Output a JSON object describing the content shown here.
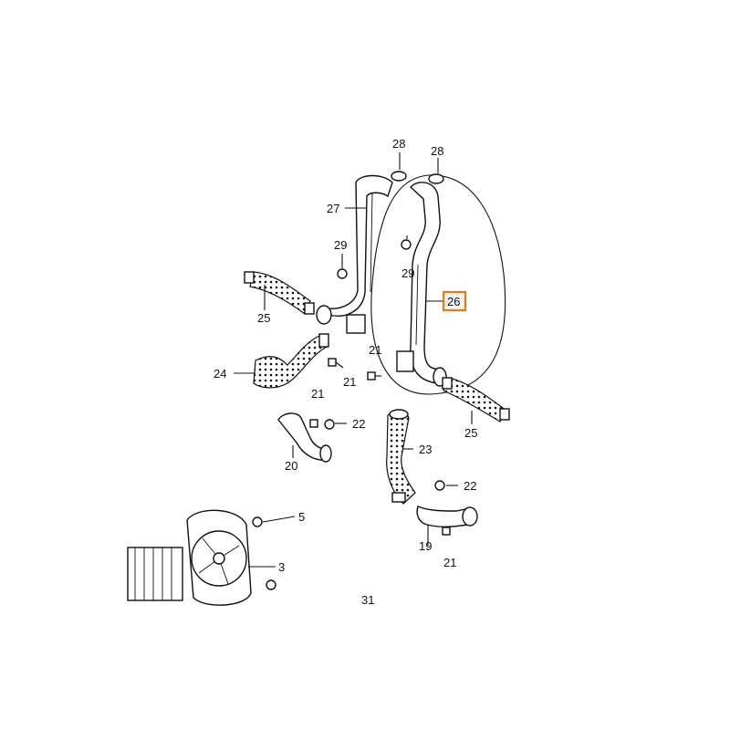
{
  "labels": {
    "p28a": "28",
    "p28b": "28",
    "p27": "27",
    "p29a": "29",
    "p29b": "29",
    "p26": "26",
    "p25a": "25",
    "p25b": "25",
    "p24": "24",
    "p21a": "21",
    "p21b": "21",
    "p21c": "21",
    "p21d": "21",
    "p22a": "22",
    "p22b": "22",
    "p23": "23",
    "p20": "20",
    "p19": "19",
    "p5": "5",
    "p3": "3",
    "p31": "31"
  },
  "highlight": {
    "part": "26",
    "color": "#e07a1a"
  }
}
